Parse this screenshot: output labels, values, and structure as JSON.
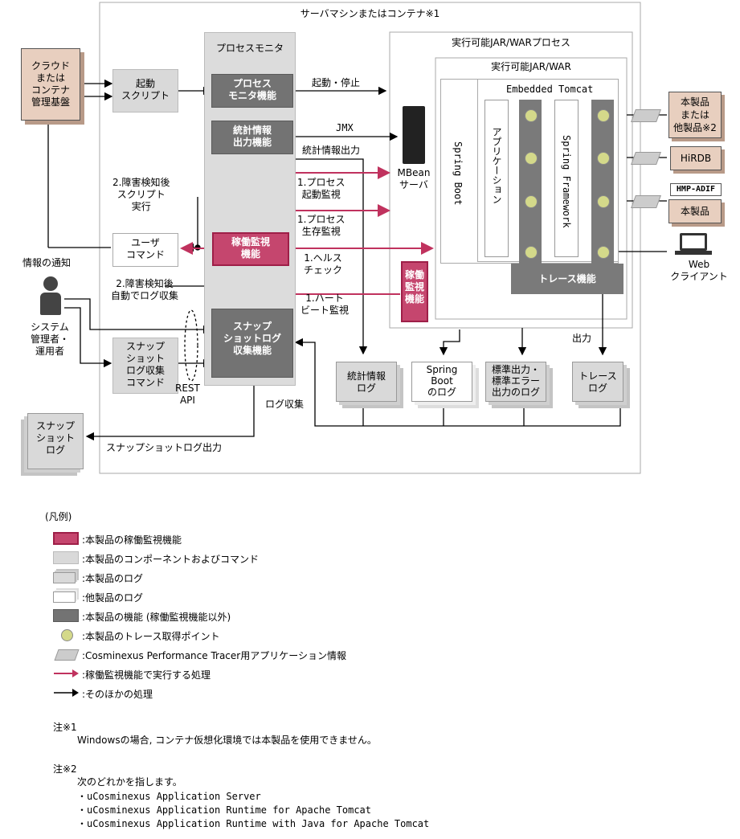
{
  "diagram": {
    "server_title": "サーバマシンまたはコンテナ※1",
    "cloud": "クラウド\nまたは\nコンテナ\n管理基盤",
    "startup_script": "起動\nスクリプト",
    "process_monitor_title": "プロセスモニタ",
    "process_monitor_func": "プロセス\nモニタ機能",
    "stats_output_func": "統計情報\n出力機能",
    "operation_monitor_func": "稼働監視\n機能",
    "snapshot_func": "スナップ\nショットログ\n収集機能",
    "jar_process_title": "実行可能JAR/WARプロセス",
    "jar_title": "実行可能JAR/WAR",
    "embedded_tomcat": "Embedded Tomcat",
    "spring_boot": "Spring Boot",
    "application": "アプリケーション",
    "spring_framework": "Spring Framework",
    "trace_func": "トレース機能",
    "mbean_server": "MBean\nサーバ",
    "op_monitor_in_jar": "稼働\n監視\n機能",
    "start_stop": "起動・停止",
    "jmx": "JMX",
    "stats_output": "統計情報出力",
    "proc_start_monitor": "1.プロセス\n起動監視",
    "proc_alive_monitor": "1.プロセス\n生存監視",
    "health_check": "1.ヘルス\nチェック",
    "heartbeat_monitor": "1.ハート\nビート監視",
    "fault_script": "2.障害検知後\nスクリプト\n実行",
    "fault_log_collect": "2.障害検知後\n自動でログ収集",
    "info_notify": "情報の通知",
    "user_command": "ユーザ\nコマンド",
    "admin": "システム\n管理者・\n運用者",
    "snapshot_command": "スナップ\nショット\nログ収集\nコマンド",
    "rest_api": "REST\nAPI",
    "log_collect": "ログ収集",
    "output": "出力",
    "snapshot_log_output": "スナップショットログ出力",
    "snapshot_log": "スナップ\nショット\nログ",
    "stats_log": "統計情報\nログ",
    "spring_boot_log": "Spring\nBoot\nのログ",
    "stdout_log": "標準出力・\n標準エラー\n出力のログ",
    "trace_log": "トレース\nログ",
    "this_or_other_product": "本製品\nまたは\n他製品※2",
    "hirdb": "HiRDB",
    "hmp_adif": "HMP-ADIF",
    "this_product": "本製品",
    "web_client": "Web\nクライアント"
  },
  "legend": {
    "title": "(凡例)",
    "items": [
      ":本製品の稼働監視機能",
      ":本製品のコンポーネントおよびコマンド",
      ":本製品のログ",
      ":他製品のログ",
      ":本製品の機能 (稼働監視機能以外)",
      ":本製品のトレース取得ポイント",
      ":Cosminexus Performance Tracer用アプリケーション情報",
      ":稼働監視機能で実行する処理",
      ":そのほかの処理"
    ]
  },
  "notes": {
    "note1_title": "注※1",
    "note1_text": "Windowsの場合, コンテナ仮想化環境では本製品を使用できません。",
    "note2_title": "注※2",
    "note2_text": "次のどれかを指します。",
    "note2_items": [
      "・uCosminexus Application Server",
      "・uCosminexus Application Runtime for Apache Tomcat",
      "・uCosminexus Application Runtime with Java for Apache Tomcat"
    ]
  },
  "colors": {
    "red_func": "#c5466e",
    "red_arrow": "#c0325e",
    "component_gray": "#d9d9d9",
    "func_gray": "#737373",
    "trace_point": "#d4d98a"
  }
}
